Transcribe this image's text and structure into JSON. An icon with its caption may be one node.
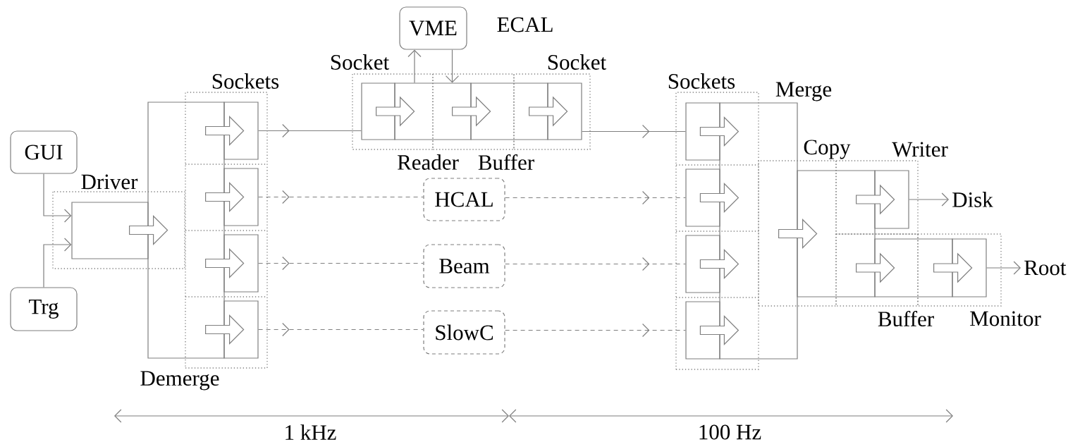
{
  "diagram": {
    "nodes": [
      {
        "text": [
          "GUI"
        ]
      },
      {
        "text": [
          "Trg"
        ]
      },
      {
        "text": [
          "Driver"
        ]
      },
      {
        "text": [
          "Demerge"
        ]
      },
      {
        "text": [
          "Sockets"
        ]
      },
      {
        "text": [],
        "shape": "box",
        "in": 4
      },
      {
        "text": [],
        "shape": "box",
        "in": 4
      },
      {
        "text": [],
        "shape": "box",
        "in": 4
      },
      {
        "text": [],
        "shape": "box",
        "in": 4
      },
      {
        "text": [
          "VME"
        ]
      },
      {
        "text": [
          "Socket"
        ]
      },
      {
        "text": [
          "Reader"
        ]
      },
      {
        "text": [
          "Buffer"
        ]
      },
      {
        "text": [
          "Socket"
        ]
      },
      {
        "text": [
          "HCAL"
        ]
      },
      {
        "text": [
          "Beam"
        ]
      },
      {
        "text": [
          "SlowC"
        ]
      },
      {
        "text": [
          "Sockets"
        ]
      },
      {
        "text": [],
        "shape": "box",
        "in": 17
      },
      {
        "text": [],
        "shape": "box",
        "in": 17
      },
      {
        "text": [],
        "shape": "box",
        "in": 17
      },
      {
        "text": [],
        "shape": "box",
        "in": 17
      },
      {
        "text": [
          "Merge"
        ]
      },
      {
        "text": [
          "Copy"
        ]
      },
      {
        "text": [
          "Writer"
        ]
      },
      {
        "text": [
          "Buffer"
        ]
      },
      {
        "text": [
          "Monitor"
        ]
      },
      {
        "text": [
          "Disk"
        ]
      },
      {
        "text": [
          "Root"
        ]
      }
    ],
    "edges": [
      {
        "from": 0,
        "to": 2,
        "arrow": "to"
      },
      {
        "from": 1,
        "to": 2,
        "arrow": "to"
      },
      {
        "from": 5,
        "to": 10,
        "arrow": "to"
      },
      {
        "from": 6,
        "to": 14,
        "arrow": "to",
        "style": "dashed"
      },
      {
        "from": 7,
        "to": 15,
        "arrow": "to",
        "style": "dashed"
      },
      {
        "from": 8,
        "to": 16,
        "arrow": "to",
        "style": "dashed"
      },
      {
        "from": 13,
        "to": 18,
        "arrow": "to"
      },
      {
        "from": 14,
        "to": 19,
        "arrow": "to",
        "style": "dashed"
      },
      {
        "from": 15,
        "to": 20,
        "arrow": "to",
        "style": "dashed"
      },
      {
        "from": 16,
        "to": 21,
        "arrow": "to",
        "style": "dashed"
      },
      {
        "from": 11,
        "to": 9,
        "arrow": "to"
      },
      {
        "from": 9,
        "to": 11,
        "arrow": "to"
      },
      {
        "from": 24,
        "to": 27,
        "arrow": "to"
      },
      {
        "from": 26,
        "to": 28,
        "arrow": "to"
      },
      {
        "from": 2,
        "to": 3,
        "arrow": "to"
      },
      {
        "from": 3,
        "to": 5,
        "arrow": "to"
      },
      {
        "from": 3,
        "to": 6,
        "arrow": "to"
      },
      {
        "from": 3,
        "to": 7,
        "arrow": "to"
      },
      {
        "from": 3,
        "to": 8,
        "arrow": "to"
      },
      {
        "from": 10,
        "to": 11,
        "arrow": "to"
      },
      {
        "from": 11,
        "to": 12,
        "arrow": "to"
      },
      {
        "from": 12,
        "to": 13,
        "arrow": "to"
      },
      {
        "from": 18,
        "to": 22,
        "arrow": "to"
      },
      {
        "from": 19,
        "to": 22,
        "arrow": "to"
      },
      {
        "from": 20,
        "to": 22,
        "arrow": "to"
      },
      {
        "from": 21,
        "to": 22,
        "arrow": "to"
      },
      {
        "from": 22,
        "to": 23,
        "arrow": "to"
      },
      {
        "from": 23,
        "to": 24,
        "arrow": "to"
      },
      {
        "from": 23,
        "to": 25,
        "arrow": "to"
      },
      {
        "from": 25,
        "to": 26,
        "arrow": "to"
      }
    ],
    "labels": [
      "ECAL",
      "1 kHz",
      "100 Hz"
    ]
  }
}
